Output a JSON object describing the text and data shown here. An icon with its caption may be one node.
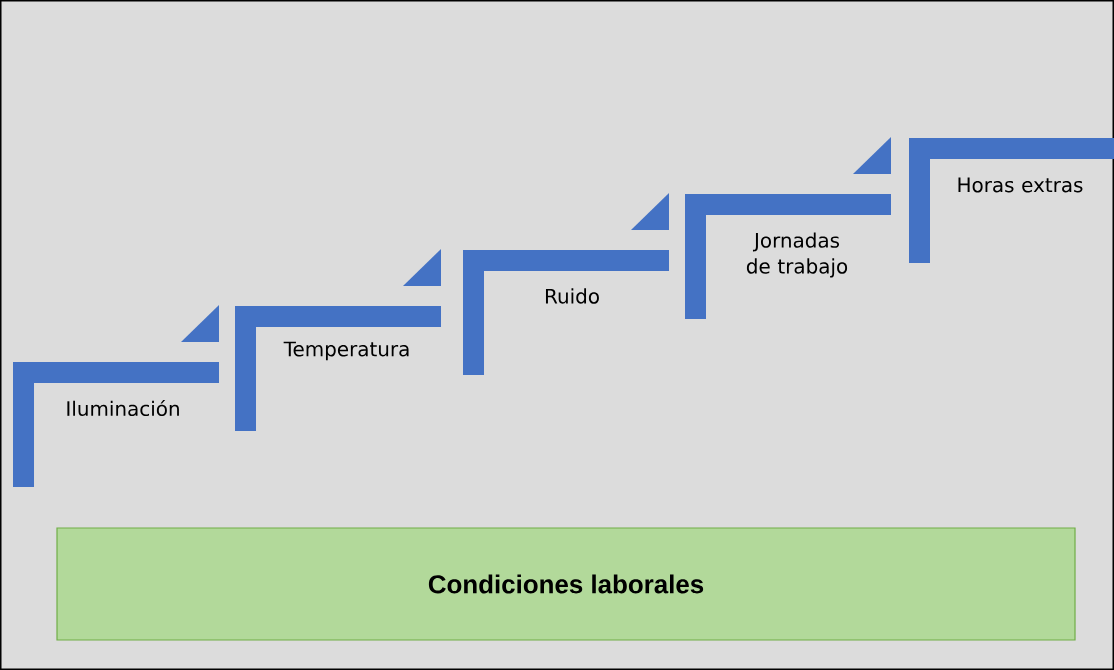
{
  "diagram": {
    "nodes": [
      {
        "text": [
          "Iluminación"
        ]
      },
      {
        "text": [
          "Temperatura"
        ]
      },
      {
        "text": [
          "Ruido"
        ]
      },
      {
        "text": [
          "Jornadas de trabajo"
        ]
      },
      {
        "text": [
          "Horas extras"
        ]
      },
      {
        "text": [
          "Condiciones laborales"
        ]
      }
    ],
    "edges": []
  }
}
